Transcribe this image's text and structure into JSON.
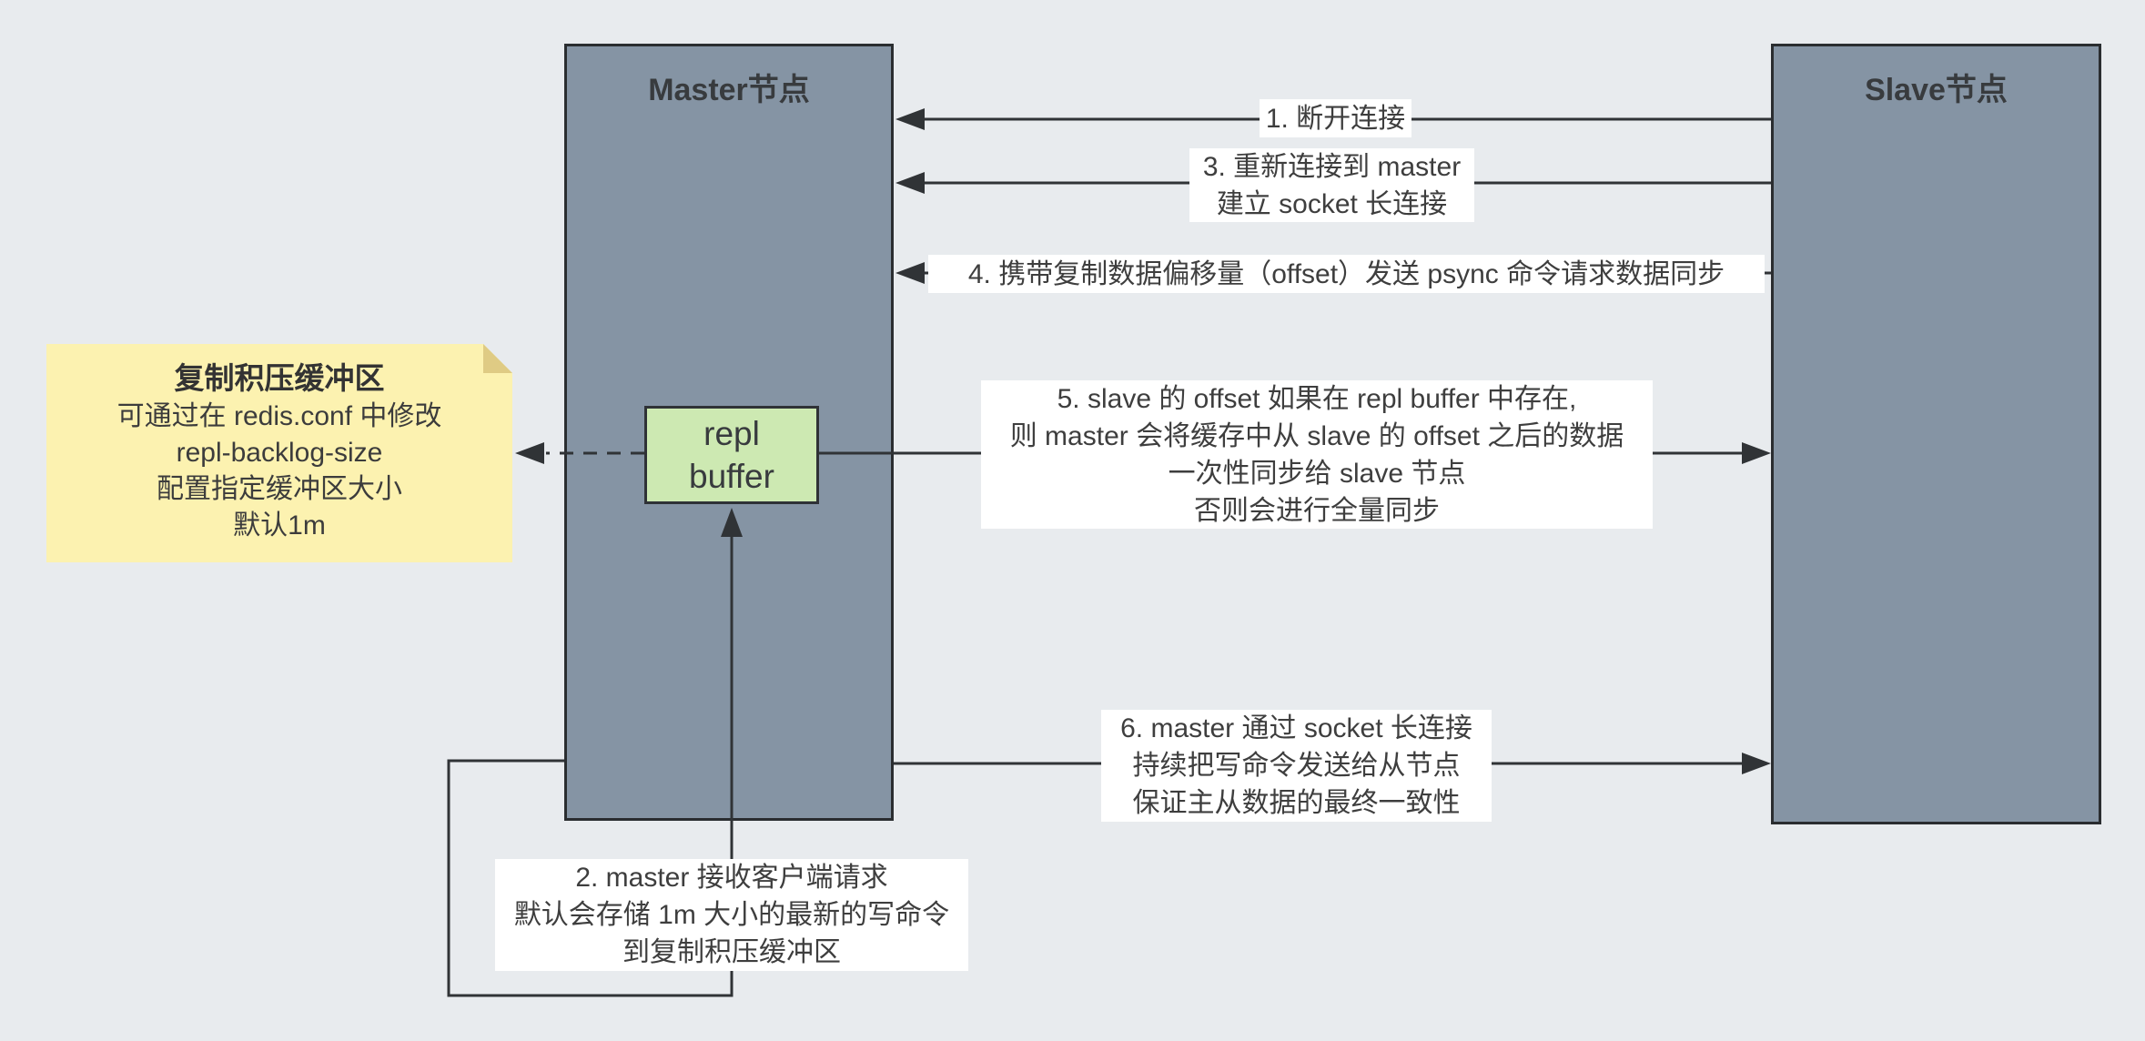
{
  "diagram": {
    "colors": {
      "background": "#e8ebee",
      "node_fill": "#8594a4",
      "node_border": "#2a2d30",
      "note_fill": "#fcf2b0",
      "note_fold": "#dfcb84",
      "buffer_fill": "#cde9b2",
      "line": "#303336",
      "label_background": "#ffffff",
      "text": "#3e3e3e"
    },
    "nodes": {
      "master": {
        "title": "Master节点"
      },
      "slave": {
        "title": "Slave节点"
      },
      "repl_buffer": {
        "line1": "repl",
        "line2": "buffer"
      }
    },
    "note": {
      "title": "复制积压缓冲区",
      "lines": [
        "可通过在 redis.conf 中修改",
        "repl-backlog-size",
        "配置指定缓冲区大小",
        "默认1m"
      ]
    },
    "steps": {
      "s1": {
        "lines": [
          "1. 断开连接"
        ]
      },
      "s2": {
        "lines": [
          "2. master 接收客户端请求",
          "默认会存储 1m 大小的最新的写命令",
          "到复制积压缓冲区"
        ]
      },
      "s3": {
        "lines": [
          "3. 重新连接到 master",
          "建立 socket 长连接"
        ]
      },
      "s4": {
        "lines": [
          "4. 携带复制数据偏移量（offset）发送 psync 命令请求数据同步"
        ]
      },
      "s5": {
        "lines": [
          "5. slave 的 offset 如果在 repl buffer 中存在,",
          "则 master 会将缓存中从 slave 的 offset 之后的数据",
          "一次性同步给 slave 节点",
          "否则会进行全量同步"
        ]
      },
      "s6": {
        "lines": [
          "6. master 通过 socket 长连接",
          "持续把写命令发送给从节点",
          "保证主从数据的最终一致性"
        ]
      }
    }
  }
}
